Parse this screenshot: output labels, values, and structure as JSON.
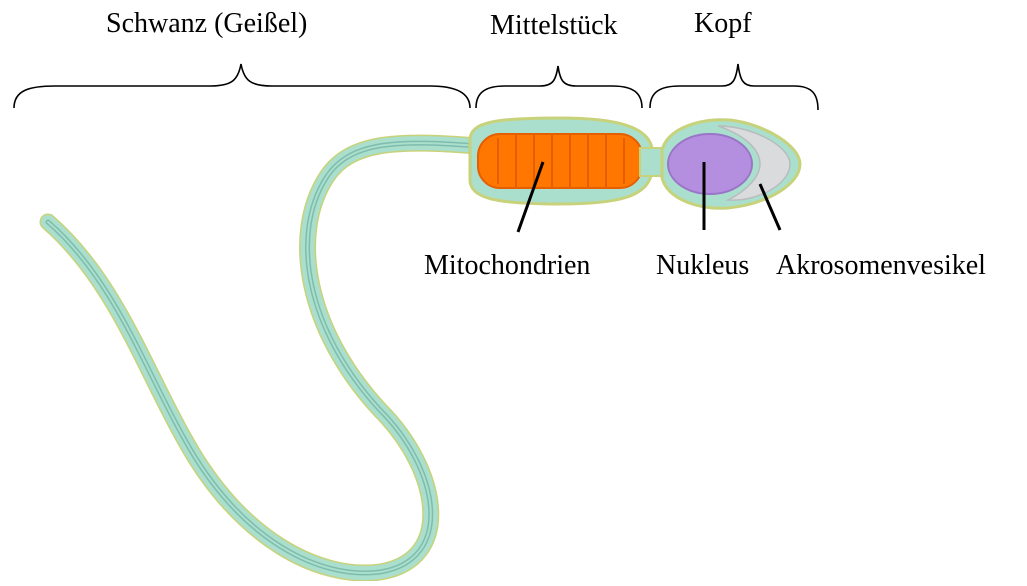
{
  "diagram": {
    "regions": {
      "tail": "Schwanz (Geißel)",
      "midpiece": "Mittelstück",
      "head": "Kopf"
    },
    "parts": {
      "mitochondria": "Mitochondrien",
      "nucleus": "Nukleus",
      "acrosome": "Akrosomenvesikel"
    },
    "colors": {
      "body_fill": "#a9dfcc",
      "body_edge": "#c8d27a",
      "tail_stripe": "#7fbcae",
      "mitochondria": "#ff7700",
      "mitochondria_edge": "#e55f00",
      "nucleus": "#b48fe0",
      "acrosome": "#d9dbdd"
    }
  }
}
